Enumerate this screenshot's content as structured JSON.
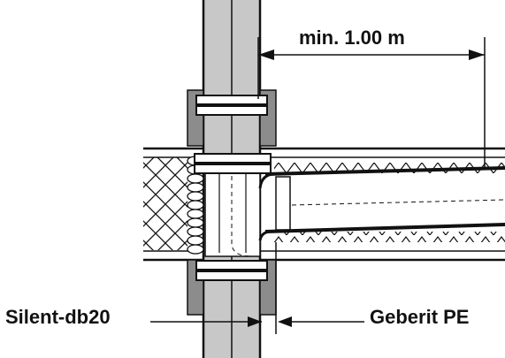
{
  "labels": {
    "dimension": "min. 1.00 m",
    "left_callout": "Silent-db20",
    "right_callout": "Geberit PE"
  },
  "colors": {
    "line": "#111111",
    "pipe_fill": "#c8c8c8",
    "sleeve_fill": "#8c8c8c",
    "background": "#ffffff"
  }
}
